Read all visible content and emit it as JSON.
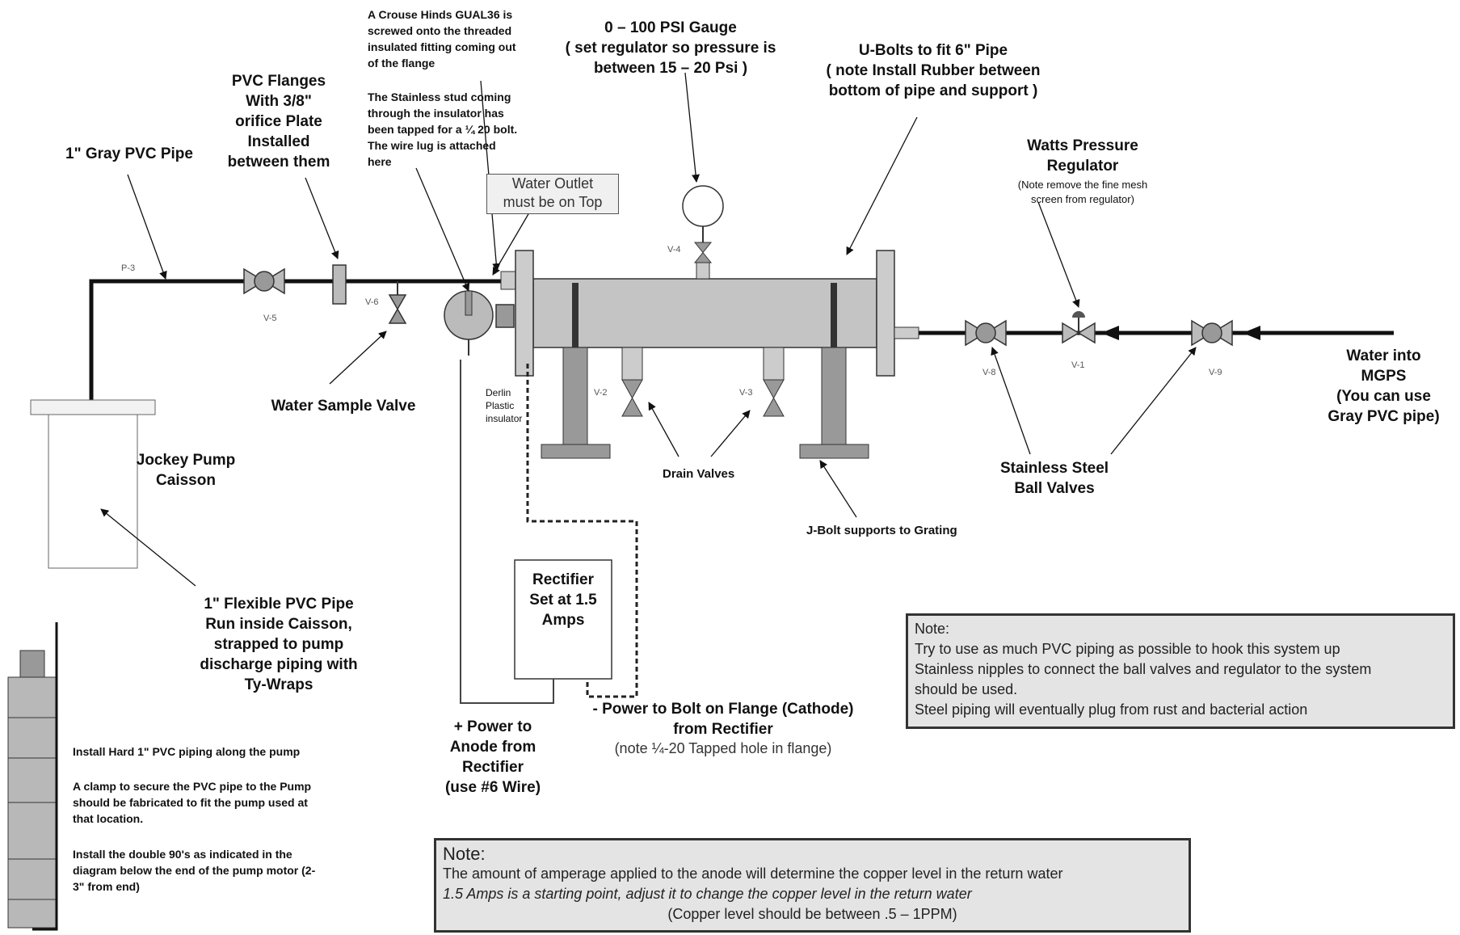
{
  "labels": {
    "crouse_hinds": [
      "A Crouse Hinds GUAL36 is",
      "screwed onto the threaded",
      "insulated fitting coming out",
      "of the flange"
    ],
    "stainless_stud": [
      "The Stainless stud coming",
      "through the insulator  has",
      "been tapped for a ¼ 20 bolt.",
      "The wire lug is attached",
      "here"
    ],
    "gauge": [
      "0 – 100 PSI Gauge",
      "( set regulator so pressure is",
      "between 15 – 20 Psi )"
    ],
    "ubolts": [
      "U-Bolts to fit 6\" Pipe",
      "( note Install Rubber between",
      "bottom of pipe and support )"
    ],
    "pvc_flanges": [
      "PVC Flanges",
      "With 3/8\"",
      "orifice Plate",
      "Installed",
      "between them"
    ],
    "gray_pvc": "1\" Gray PVC Pipe",
    "watts_title": [
      "Watts Pressure",
      "Regulator"
    ],
    "watts_note": [
      "(Note remove the fine mesh",
      "screen from regulator)"
    ],
    "water_outlet": [
      "Water Outlet",
      "must be on Top"
    ],
    "water_into": [
      "Water into",
      "MGPS",
      "(You can use",
      "Gray PVC pipe)"
    ],
    "water_sample": "Water Sample Valve",
    "jockey": [
      "Jockey Pump",
      "Caisson"
    ],
    "delrin": [
      "Derlin",
      "Plastic",
      "insulator"
    ],
    "drain": "Drain Valves",
    "jbolt": "J-Bolt supports to Grating",
    "ball_valves": [
      "Stainless Steel",
      "Ball Valves"
    ],
    "flexible": [
      "1\" Flexible PVC Pipe",
      "Run inside Caisson,",
      "strapped to pump",
      "discharge piping with",
      "Ty-Wraps"
    ],
    "rectifier": [
      "Rectifier",
      "Set at 1.5",
      "Amps"
    ],
    "plus_power": [
      "+ Power to",
      "Anode from",
      "Rectifier",
      "(use #6 Wire)"
    ],
    "minus_power": [
      "- Power to Bolt on Flange (Cathode)",
      "from Rectifier"
    ],
    "minus_power_note": "(note ¼-20 Tapped hole in flange)",
    "install_hard": "Install Hard 1\" PVC piping along the pump",
    "clamp": [
      "A clamp to secure the PVC pipe to the Pump",
      "should be fabricated to fit the pump used at",
      "that location."
    ],
    "double90": [
      " Install the double 90's as indicated in the",
      "diagram below the end of the pump motor (2-",
      "3\" from end)"
    ]
  },
  "tags": {
    "p3": "P-3",
    "v5": "V-5",
    "v6": "V-6",
    "v4": "V-4",
    "v2": "V-2",
    "v3": "V-3",
    "v8": "V-8",
    "v1": "V-1",
    "v9": "V-9"
  },
  "note1": {
    "title": "Note:",
    "lines": [
      "Try to use as much PVC piping as possible to hook this system up",
      "Stainless nipples to connect the ball valves and regulator to the system",
      "should be used.",
      "Steel piping will  eventually plug from rust and bacterial action"
    ]
  },
  "note2": {
    "title": "Note:",
    "line1": "The amount of amperage applied to the anode will determine the copper level in the return water",
    "line2": "1.5 Amps is a starting point, adjust it to change the copper level in the return water",
    "line3": "(Copper level should be between .5 – 1PPM)"
  }
}
